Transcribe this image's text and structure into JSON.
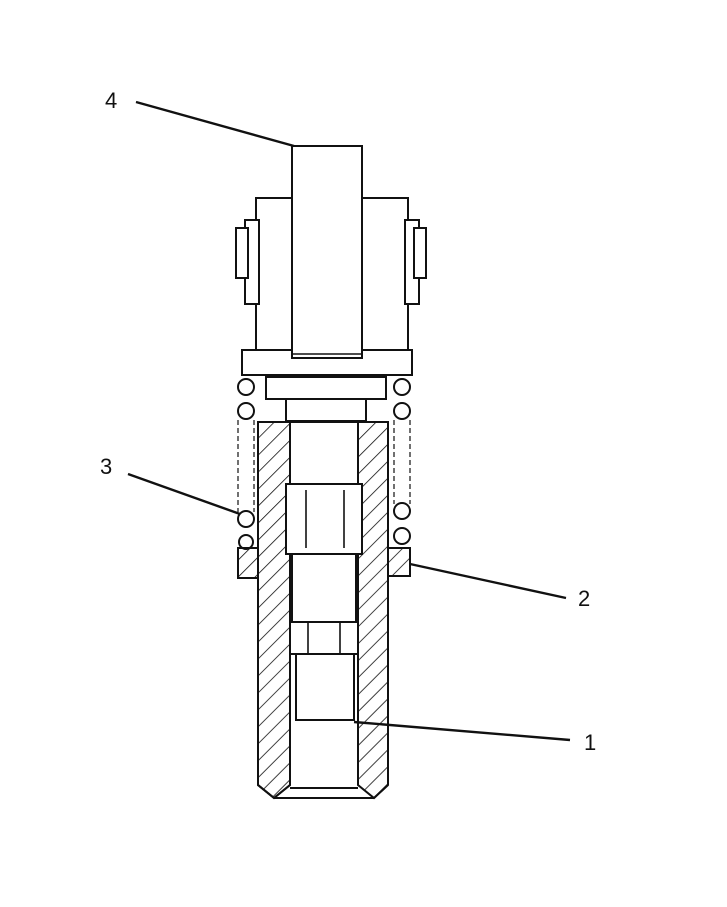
{
  "callouts": [
    {
      "id": "4",
      "label": "4"
    },
    {
      "id": "3",
      "label": "3"
    },
    {
      "id": "2",
      "label": "2"
    },
    {
      "id": "1",
      "label": "1"
    }
  ],
  "colors": {
    "line": "#111111",
    "background": "#ffffff"
  }
}
